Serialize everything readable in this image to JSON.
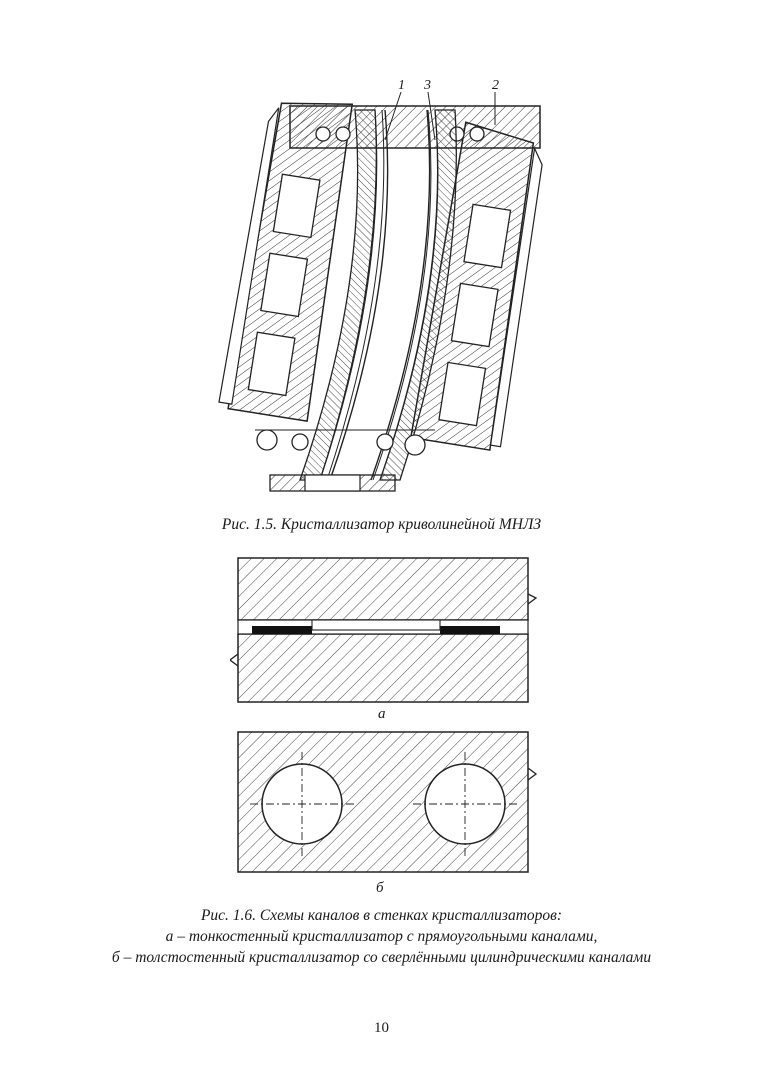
{
  "figure_1_5": {
    "callouts": [
      "1",
      "3",
      "2"
    ],
    "caption": "Рис. 1.5. Кристаллизатор криволинейной МНЛЗ"
  },
  "figure_1_6": {
    "panel_a_label": "а",
    "panel_b_label": "б",
    "caption_lines": [
      "Рис. 1.6. Схемы каналов в стенках кристаллизаторов:",
      "а – тонкостенный кристаллизатор с прямоугольными каналами,",
      "б – толстостенный кристаллизатор со сверлёнными цилиндрическими каналами"
    ]
  },
  "page_number": "10"
}
